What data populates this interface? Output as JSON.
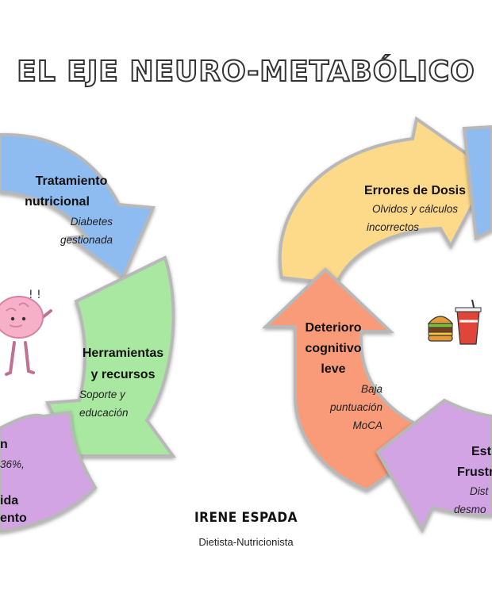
{
  "title": "EL EJE NEURO-METABÓLICO",
  "left_cycle": {
    "tratamiento": {
      "title_1": "Tratamiento",
      "title_2": "nutricional",
      "desc_1": "Diabetes",
      "desc_2": "gestionada"
    },
    "herramientas": {
      "title_1": "Herramientas",
      "title_2": "y recursos",
      "desc_1": "Soporte y",
      "desc_2": "educación"
    },
    "partial": {
      "line_1": "n",
      "line_2": "36%,",
      "line_3": "ida",
      "line_4": "ento"
    }
  },
  "right_cycle": {
    "errores": {
      "title": "Errores de Dosis",
      "desc_1": "Olvidos y cálculos",
      "desc_2": "incorrectos"
    },
    "deterioro": {
      "title_1": "Deterioro",
      "title_2": "cognitivo",
      "title_3": "leve",
      "desc_1": "Baja",
      "desc_2": "puntuación",
      "desc_3": "MoCA"
    },
    "partial": {
      "title_1": "Estr",
      "title_2": "Frustr",
      "desc_1": "Dist",
      "desc_2": "desmo"
    }
  },
  "footer": {
    "name": "IRENE ESPADA",
    "role": "Dietista-Nutricionista"
  },
  "colors": {
    "blue": "#8fbcf0",
    "green": "#a8e8a0",
    "purple": "#d2a4e4",
    "yellow": "#fdd98a",
    "orange": "#f99a78",
    "brain": "#f6b0c8"
  },
  "icons": [
    "brain-mascot-icon",
    "burger-icon",
    "soda-cup-icon"
  ]
}
